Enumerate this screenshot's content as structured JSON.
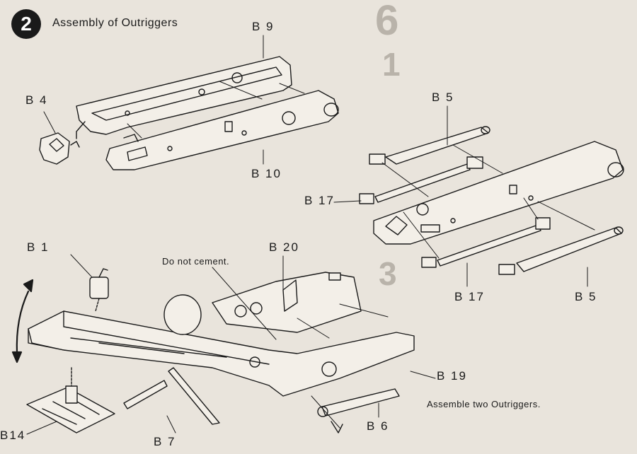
{
  "step": {
    "number": "2",
    "title": "Assembly of Outriggers"
  },
  "parts": {
    "b9": "B 9",
    "b4": "B 4",
    "b10": "B 10",
    "b5_top": "B 5",
    "b17_left": "B 17",
    "b17_bottom": "B 17",
    "b5_bottom": "B 5",
    "b1": "B 1",
    "b20": "B 20",
    "b19": "B 19",
    "b14": "B14",
    "b7": "B 7",
    "b6": "B 6"
  },
  "notes": {
    "do_not_cement": "Do not cement.",
    "assemble_two": "Assemble two Outriggers."
  },
  "colors": {
    "paper": "#e9e4dc",
    "ink": "#1a1a1a",
    "ghost": "#b9b3aa"
  }
}
